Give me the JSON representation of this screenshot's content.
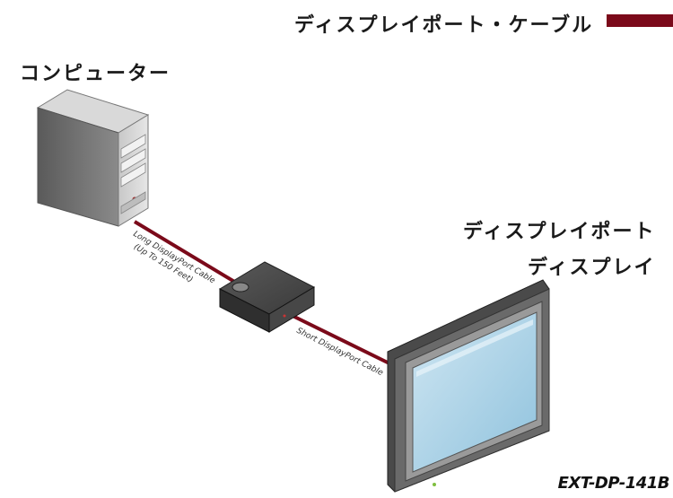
{
  "legend": {
    "title": "ディスプレイポート・ケーブル",
    "swatch_color": "#7b0a1a"
  },
  "computer": {
    "label": "コンピューター",
    "icon": "tower-computer-icon"
  },
  "extender": {
    "icon": "extender-box-icon"
  },
  "display": {
    "label_line1": "ディスプレイポート",
    "label_line2": "ディスプレイ",
    "icon": "flat-panel-display-icon"
  },
  "cables": {
    "long": {
      "line1": "Long DisplayPort Cable",
      "line2": "(Up To 150 Feet)"
    },
    "short": {
      "line1": "Short DisplayPort Cable"
    },
    "color": "#7b0a1a"
  },
  "model": "EXT-DP-141B"
}
